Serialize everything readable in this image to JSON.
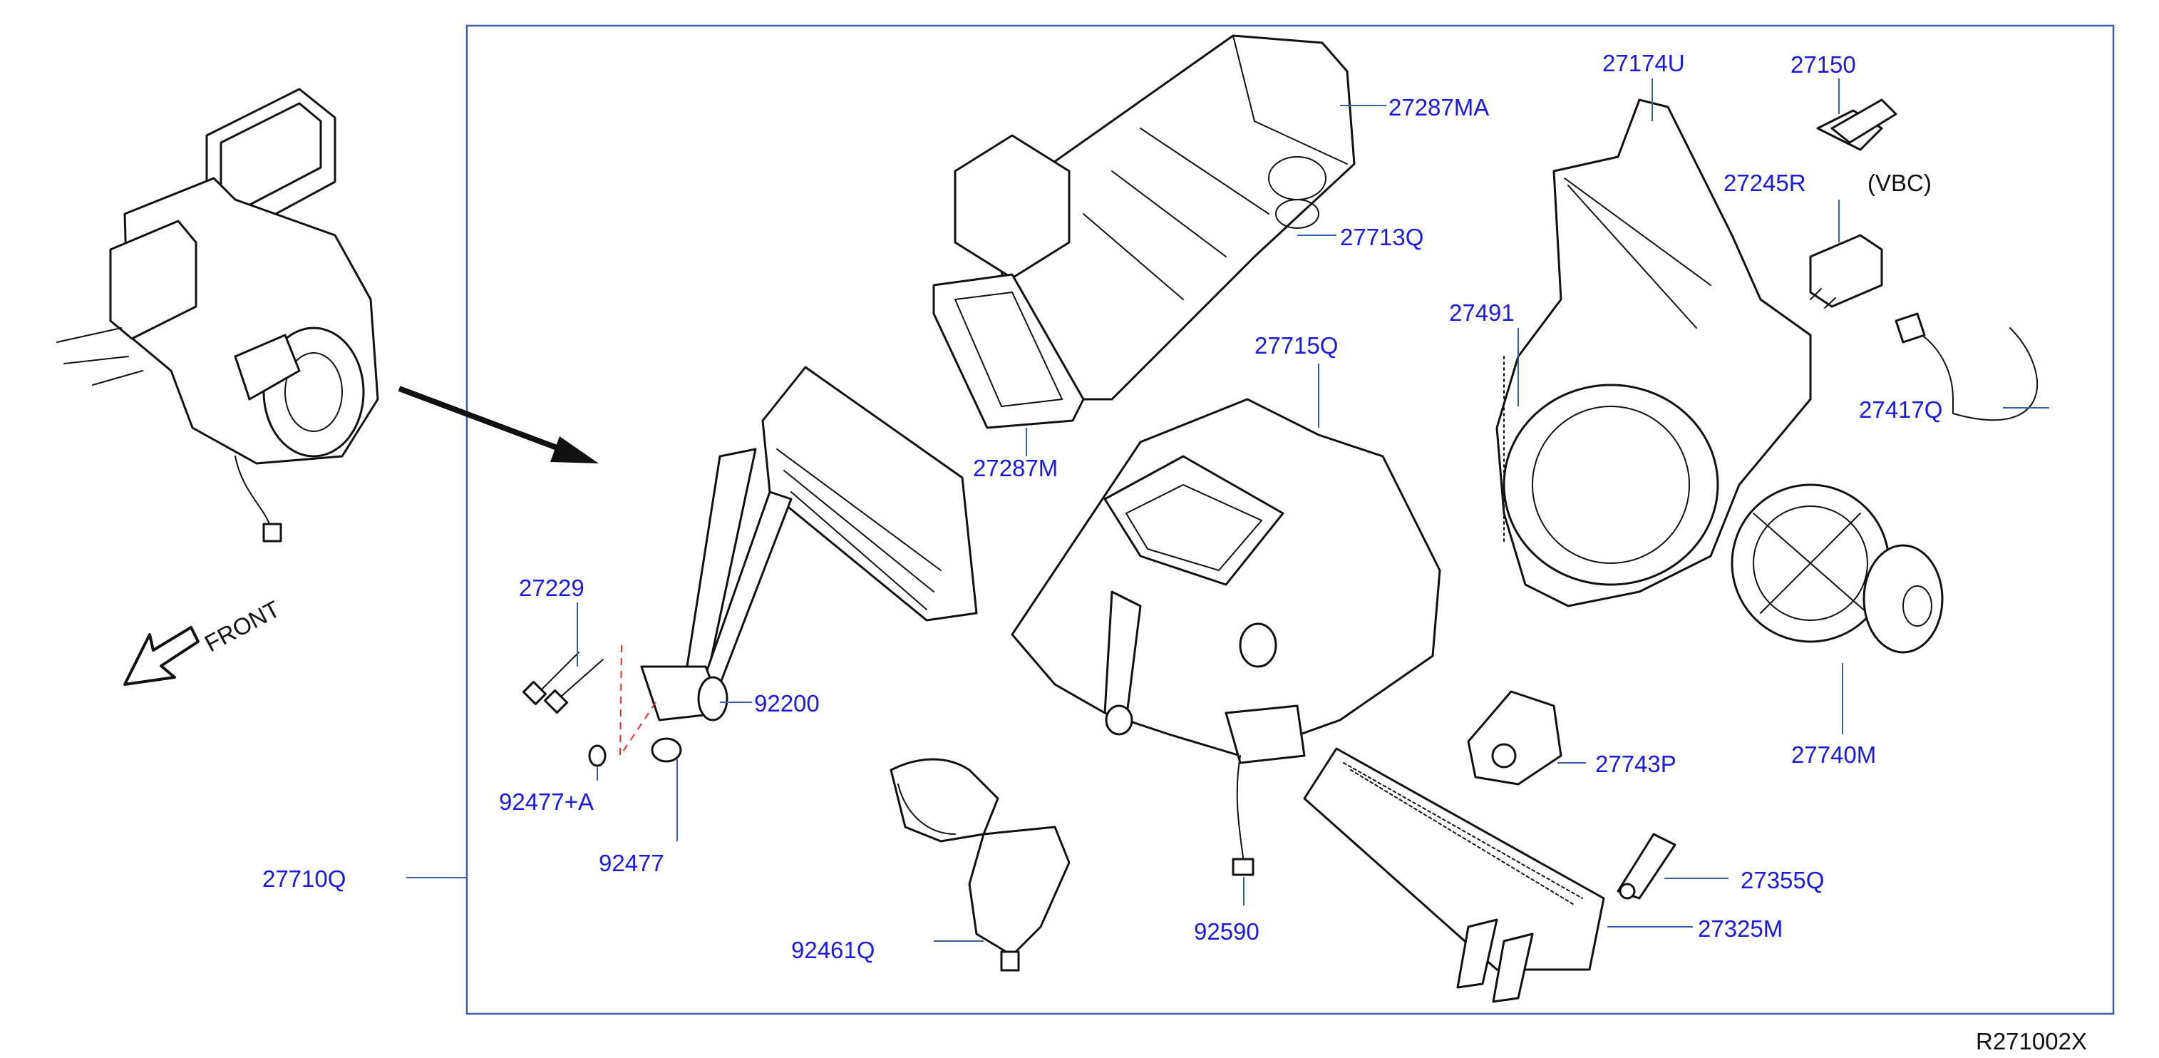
{
  "diagram_ref": "R271002X",
  "front_label": "FRONT",
  "vbc_note": "(VBC)",
  "parts": {
    "p27287MA": "27287MA",
    "p27713Q": "27713Q",
    "p27287M": "27287M",
    "p27715Q": "27715Q",
    "p27174U": "27174U",
    "p27150": "27150",
    "p27245R": "27245R",
    "p27491": "27491",
    "p27417Q": "27417Q",
    "p27740M": "27740M",
    "p27743P": "27743P",
    "p27355Q": "27355Q",
    "p27325M": "27325M",
    "p27229": "27229",
    "p92200": "92200",
    "p92477A": "92477+A",
    "p92477": "92477",
    "p27710Q": "27710Q",
    "p92461Q": "92461Q",
    "p92590": "92590"
  },
  "colors": {
    "label": "#1a1ae0",
    "leader": "#3a5fa8",
    "frame": "#3a5fa8",
    "line": "#111111",
    "dash": "#e03030"
  }
}
